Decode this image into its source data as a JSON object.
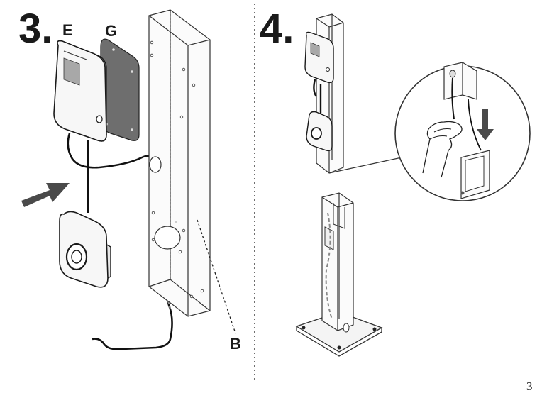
{
  "steps": {
    "step3": {
      "number": "3.",
      "label_e": "E",
      "label_g": "G",
      "label_b": "B"
    },
    "step4": {
      "number": "4."
    }
  },
  "page_number": "3",
  "colors": {
    "ink": "#1a1a1a",
    "plate_gray": "#6e6e6e",
    "screen_gray": "#a8a8a8",
    "arrow_gray": "#4a4a4a"
  }
}
